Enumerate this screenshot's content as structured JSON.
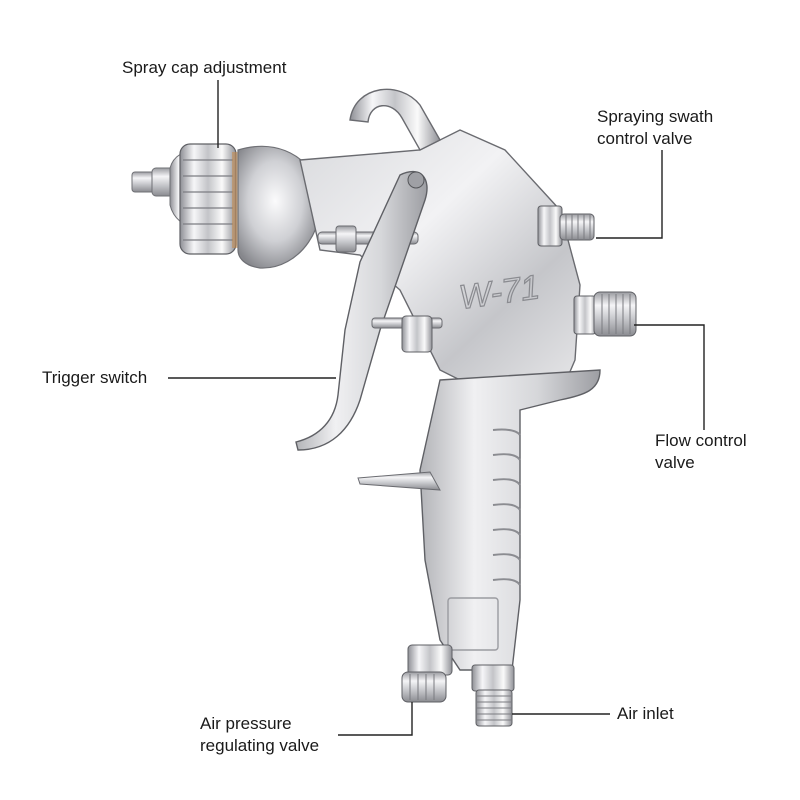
{
  "labels": {
    "spray_cap": "Spray cap adjustment",
    "swath_line1": "Spraying swath",
    "swath_line2": "control valve",
    "trigger": "Trigger switch",
    "flow_line1": "Flow control",
    "flow_line2": "valve",
    "air_pressure_line1": "Air pressure",
    "air_pressure_line2": "regulating valve",
    "air_inlet": "Air inlet"
  },
  "model_mark": "W-71",
  "colors": {
    "metal_light": "#f4f4f6",
    "metal_mid": "#c9cace",
    "metal_dark": "#8c8d93",
    "line": "#222222"
  }
}
